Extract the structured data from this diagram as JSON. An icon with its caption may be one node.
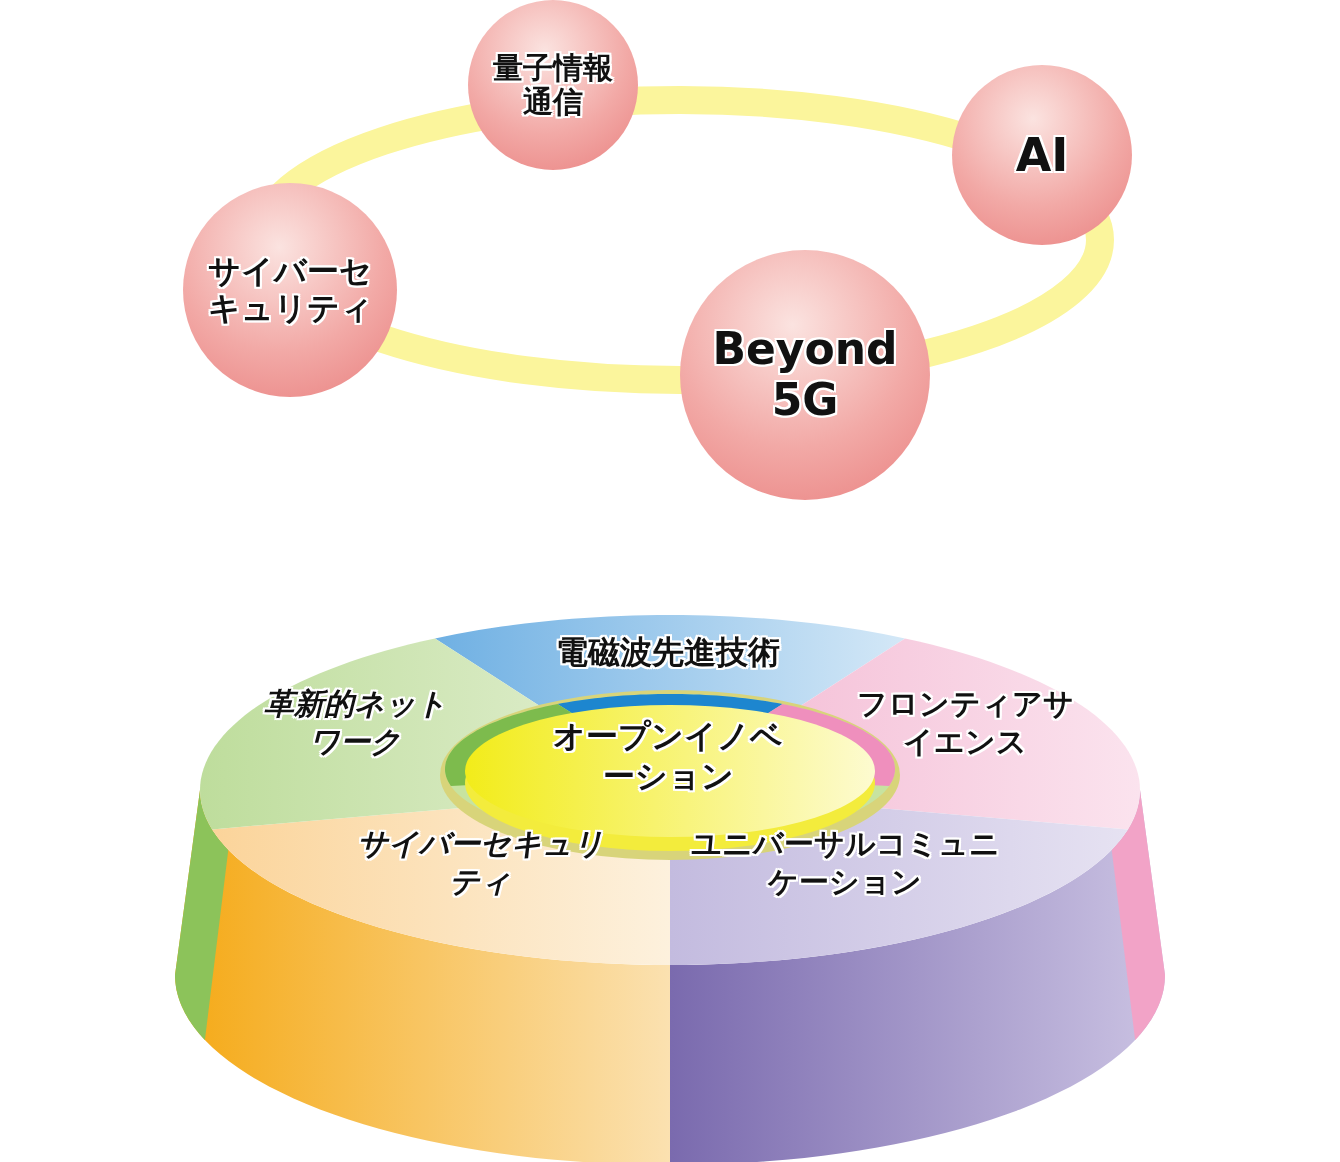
{
  "diagram": {
    "nodes": [
      {
        "text": [
          "量子情報通信"
        ]
      },
      {
        "text": [
          "AI"
        ]
      },
      {
        "text": [
          "サイバーセキュリティ"
        ]
      },
      {
        "text": [
          "Beyond 5G"
        ]
      },
      {
        "text": [
          "電磁波先進技術"
        ]
      },
      {
        "text": [
          "革新的ネットワーク"
        ]
      },
      {
        "text": [
          "オープンイノベーション"
        ]
      },
      {
        "text": [
          "フロンティアサイエンス"
        ]
      },
      {
        "text": [
          "サイバーセキュリティ"
        ]
      },
      {
        "text": [
          "ユニバーサルコミュニケーション"
        ]
      }
    ],
    "edges": []
  }
}
